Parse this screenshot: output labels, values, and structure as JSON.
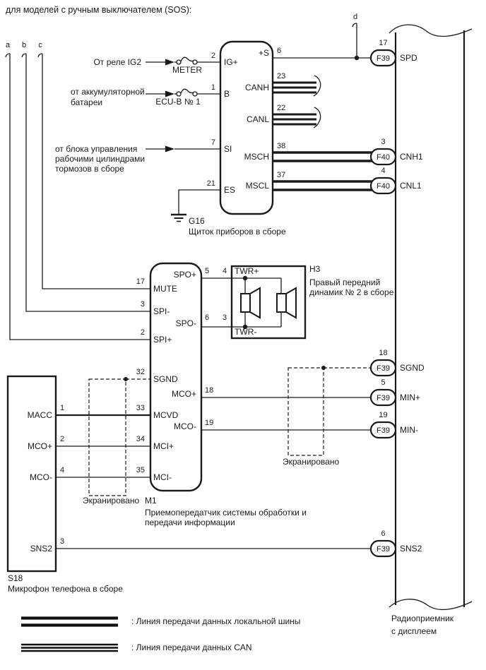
{
  "title": "для моделей с ручным выключателем (SOS):",
  "colors": {
    "line": "#1a1a1a",
    "background": "#ffffff"
  },
  "wire_markers": {
    "a": "a",
    "b": "b",
    "c": "c",
    "d": "d"
  },
  "sources": {
    "ig2": "От реле IG2",
    "battery_line1": "от аккумуляторной",
    "battery_line2": "батареи",
    "brake_line1": "от блока управления",
    "brake_line2": "рабочими цилиндрами",
    "brake_line3": "тормозов в сборе"
  },
  "fuses": {
    "meter": "METER",
    "ecub": "ECU-B № 1"
  },
  "instrument_cluster": {
    "code": "G16",
    "name": "Щиток приборов в сборе",
    "pins_left": [
      {
        "num": "2",
        "label": "IG+"
      },
      {
        "num": "1",
        "label": "B"
      },
      {
        "num": "7",
        "label": "SI"
      },
      {
        "num": "21",
        "label": "ES"
      }
    ],
    "pins_right": [
      {
        "num": "6",
        "label": "+S"
      },
      {
        "num": "23",
        "label": "CANH"
      },
      {
        "num": "22",
        "label": "CANL"
      },
      {
        "num": "38",
        "label": "MSCH"
      },
      {
        "num": "37",
        "label": "MSCL"
      }
    ]
  },
  "transceiver": {
    "code": "M1",
    "desc_line1": "Приемопередатчик системы обработки и",
    "desc_line2": "передачи информации",
    "pins_left": [
      {
        "num": "17",
        "label": "MUTE"
      },
      {
        "num": "3",
        "label": "SPI-"
      },
      {
        "num": "2",
        "label": "SPI+"
      },
      {
        "num": "32",
        "label": "SGND"
      },
      {
        "num": "33",
        "label": "MCVD"
      },
      {
        "num": "34",
        "label": "MCI+"
      },
      {
        "num": "35",
        "label": "MCI-"
      }
    ],
    "pins_right": [
      {
        "num": "5",
        "label": "SPO+"
      },
      {
        "num": "6",
        "label": "SPO-"
      },
      {
        "num": "18",
        "label": "MCO+"
      },
      {
        "num": "19",
        "label": "MCO-"
      }
    ]
  },
  "speaker": {
    "code": "H3",
    "name_line1": "Правый передний",
    "name_line2": "динамик № 2 в сборе",
    "pin_plus": {
      "num": "4",
      "label": "TWR+"
    },
    "pin_minus": {
      "num": "3",
      "label": "TWR-"
    }
  },
  "microphone": {
    "code": "S18",
    "name": "Микрофон телефона в сборе",
    "pins": [
      {
        "num": "1",
        "label": "MACC"
      },
      {
        "num": "2",
        "label": "MCO+"
      },
      {
        "num": "4",
        "label": "MCO-"
      },
      {
        "num": "3",
        "label": "SNS2"
      }
    ]
  },
  "radio": {
    "name_line1": "Радиоприемник",
    "name_line2": "с дисплеем",
    "connectors": [
      {
        "pin": "17",
        "code": "F39",
        "label": "SPD"
      },
      {
        "pin": "3",
        "code": "F40",
        "label": "CNH1"
      },
      {
        "pin": "4",
        "code": "F40",
        "label": "CNL1"
      },
      {
        "pin": "18",
        "code": "F39",
        "label": "SGND"
      },
      {
        "pin": "5",
        "code": "F39",
        "label": "MIN+"
      },
      {
        "pin": "19",
        "code": "F39",
        "label": "MIN-"
      },
      {
        "pin": "6",
        "code": "F39",
        "label": "SNS2"
      }
    ]
  },
  "shield_label": "Экранировано",
  "legend": {
    "local_bus": ": Линия передачи данных локальной шины",
    "can": ": Линия передачи данных CAN"
  }
}
